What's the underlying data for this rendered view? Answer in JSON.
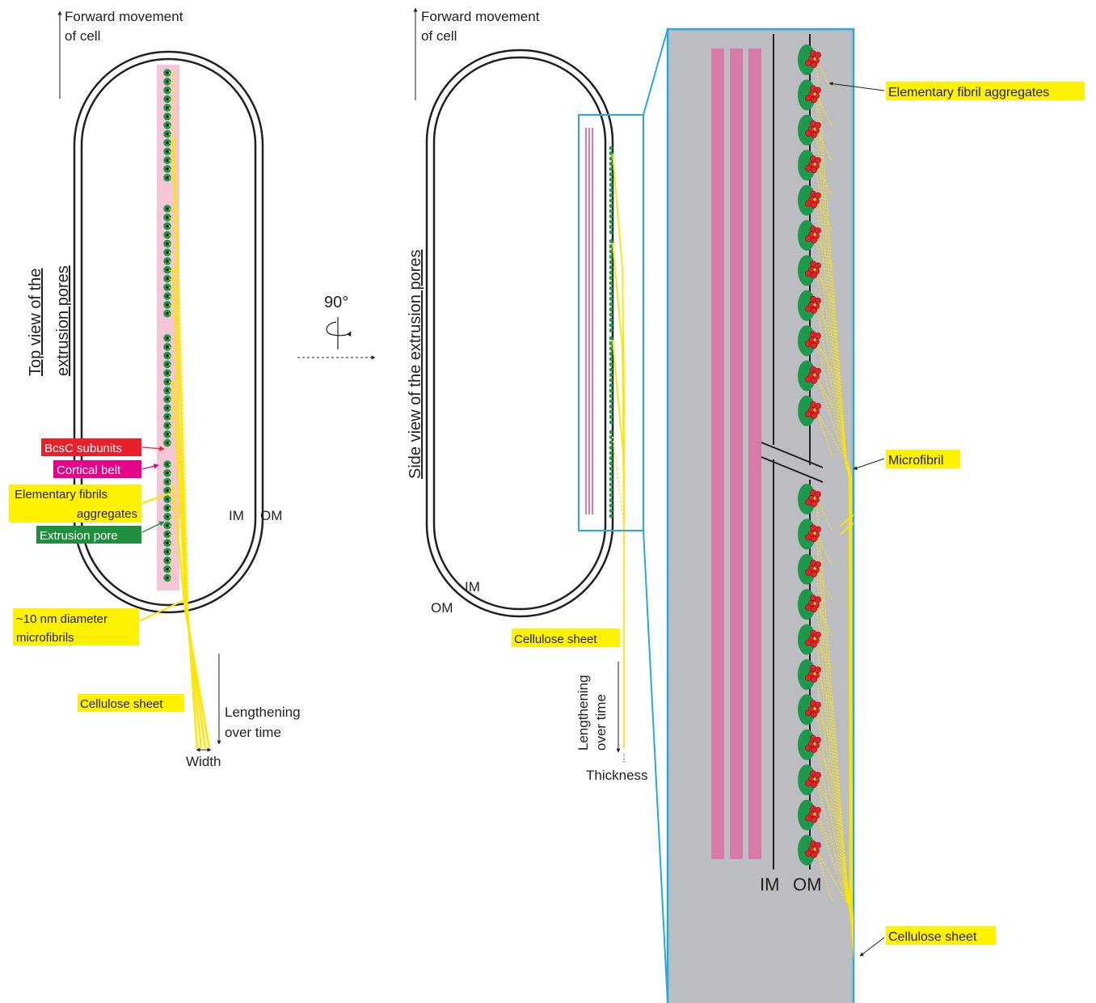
{
  "left": {
    "forward_line1": "Forward movement",
    "forward_line2": "of cell",
    "title_line1": "Top view of the",
    "title_line2": "extrusion pores",
    "label_bcsc": "BcsC subunits",
    "label_cortical": "Cortical belt",
    "label_elem1": "Elementary fibrils",
    "label_elem2": "aggregates",
    "label_pore": "Extrusion pore",
    "label_im": "IM",
    "label_om": "OM",
    "label_micro1": "~10 nm diameter",
    "label_micro2": "microfibrils",
    "label_sheet": "Cellulose sheet",
    "label_length1": "Lengthening",
    "label_length2": "over time",
    "label_width": "Width"
  },
  "rotation": {
    "angle": "90°"
  },
  "middle": {
    "forward_line1": "Forward movement",
    "forward_line2": "of cell",
    "title": "Side view of the extrusion pores",
    "label_im": "IM",
    "label_om": "OM",
    "label_sheet": "Cellulose sheet",
    "label_length1": "Lengthening",
    "label_length2": "over time",
    "label_thickness": "Thickness"
  },
  "zoom": {
    "label_elem": "Elementary fibril aggregates",
    "label_micro": "Microfibril",
    "label_sheet": "Cellulose sheet",
    "label_im": "IM",
    "label_om": "OM"
  },
  "colors": {
    "fibril_yellow": "#ffe600",
    "label_yellow_bg": "#fff200",
    "pore_green": "#1a9a4a",
    "subunit_red": "#e8202a",
    "belt_pink": "#f4c6d8",
    "im_bar_pink": "#d97aa6",
    "zoom_gray": "#bcbdc0",
    "zoom_border": "#29a8e0",
    "bcsc_label_bg": "#e8202a",
    "cortical_label_bg": "#e6008a",
    "pore_label_bg": "#1f8f3e"
  }
}
